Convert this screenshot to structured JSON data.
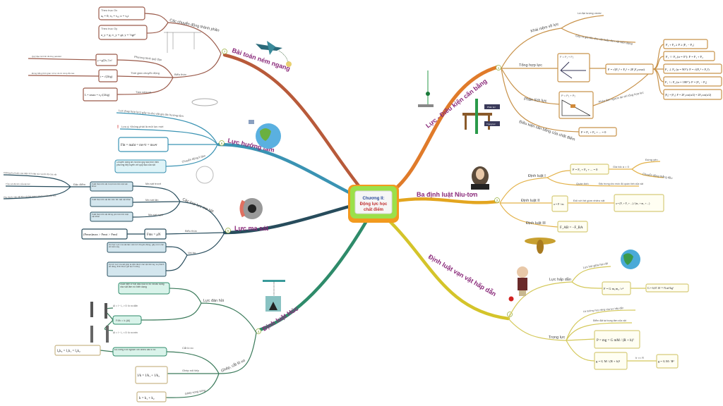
{
  "center": {
    "line1": "Chương II:",
    "line2": "Động lực học",
    "line3": "chất điểm"
  },
  "colors": {
    "b1": "#e07b2a",
    "b2": "#e3a51f",
    "b3": "#d4c42a",
    "b4": "#2e8b6a",
    "b5": "#274c5c",
    "b6": "#3a93b3",
    "b7": "#b85a3a"
  },
  "b1": {
    "title": "Lực - Điều kiện cân bằng",
    "num": "1",
    "khainiem": "Khái niệm về lực",
    "vecto": "Là đại lượng vectơ",
    "giatoc": "Gây ra gia tốc cho vật hoặc làm vật biến dạng",
    "tonghop": "Tổng hợp lực",
    "tonghop_fig": "F = F₁ + F₂",
    "tonghop_formula": "F = √(F₁² + F₂² + 2F₁F₂cosα)",
    "cases": [
      "F₁ + F₂ ≥ F ≥ |F₁ − F₂|",
      "F₁ ↑↑ F₂ (α = 0°): F = F₁ + F₂",
      "F₁ ⊥ F₂ (α = 90°): F = √(F₁² + F₂²)",
      "F₁ ↑↓ F₂ (α = 180°): F = |F₁ − F₂|",
      "|F₁| = |F₂|: F = 2F₁cos(α/2) = 2F₂cos(α/2)"
    ],
    "phantich": "Phân tích lực",
    "phantich_fig": "P = P₁ + P₂",
    "phantich_note": "Phép làm ngược lại với tổng hợp lực",
    "dieukien": "Điều kiện cân bằng của chất điểm",
    "dieukien_formula": "F = F₁ + F₂ + ... = 0",
    "tag1": "Phản lực",
    "tag2": "Trọng lực"
  },
  "b2": {
    "title": "Ba định luật Niu-tơn",
    "num": "2",
    "dl1": "Định luật I",
    "dl1_formula": "F = F₁ + F₂ + ... = 0",
    "dl1_cond": "Gia tốc a = 0",
    "dl1_a": "Đứng yên",
    "dl1_b": "Chuyển động thẳng đều",
    "quantinh": "Quán tính",
    "quantinh_desc": "Đặc trưng cho mức độ quán tính của vật",
    "dl2": "Định luật II",
    "dl2_formula": "a = F / m",
    "dl2_note": "Đối với hệ gồm nhiều vật",
    "dl2_formula2": "a = (F₁ + F₂ + ...) / (m₁ + m₂ + ...)",
    "dl3": "Định luật III",
    "dl3_formula": "F_AB = −F_BA"
  },
  "b3": {
    "title": "Định luật vạn vật hấp dẫn",
    "num": "3",
    "hapdan": "Lực hấp dẫn",
    "hapdan_desc": "Lực hút giữa hai vật",
    "hapdan_formula": "F = G m₁m₂ / r²",
    "G": "G = 6,67.10⁻¹¹ N.m²/kg²",
    "trongluc": "Trọng lực",
    "tl_a": "Là trường hợp riêng của lực hấp dẫn",
    "tl_b": "Điểm đặt tại trọng tâm của vật",
    "tl_P": "P = mg = G mM / (R + h)²",
    "tl_g": "g = G M / (R + h)²",
    "tl_cond": "h << R",
    "tl_g0": "g = G M / R²"
  },
  "b4": {
    "title": "Định luật Húc",
    "num": "4",
    "danhoi": "Lực đàn hồi",
    "danhoi_desc": "Xuất hiện ở hai đầu của lò xo và tác dụng vào vật làm nó biến dạng",
    "danhoi_formula": "Fđh = k.|Δl|",
    "dan": "Δl = l − l₀ > 0: lò xo dãn",
    "nen": "Δl = l − l₀ < 0: lò xo nén",
    "ghep": "Ghép, cắt lò xo",
    "cat": "Cắt lò xo",
    "cat_desc": "Độ cứng tỉ lệ nghịch với chiều dài lò xo",
    "cat_formula": "l₀k₀ = l₁k₁ = l₂k₂",
    "noitiep": "Ghép nối tiếp",
    "noitiep_formula": "1/k = 1/k₁ + 1/k₂",
    "songsong": "Ghép song song",
    "songsong_formula": "k = k₁ + k₂"
  },
  "b5": {
    "title": "Lực ma sát",
    "num": "5",
    "cacloai": "Các loại lực ma sát",
    "truot": "Ma sát trượt",
    "lan": "Ma sát lăn",
    "nghi": "Ma sát nghỉ",
    "truot_desc": "Xuất hiện khi vật trượt trên bề mặt vật khác",
    "lan_desc": "Xuất hiện khi vật lăn trên bề mặt vật khác",
    "nghi_desc": "Xuất hiện khi vật đứng yên trên bề mặt vật khác",
    "dacdiem": "Đặc điểm",
    "dd1": "Không phụ thuộc vào diện tích tiếp xúc và tốc độ của vật",
    "dd2": "Tỉ lệ với độ lớn của áp lực",
    "dd3": "Phụ thuộc vào vật liệu và tình trạng của hai mặt tiếp xúc",
    "bieuthuc": "Biểu thức",
    "formula": "Fms = μN",
    "compare": "(Fmsn)max > Fmst > Fmsl",
    "vaitro": "Vai trò",
    "loi": "Có hại: Lực ma sát làm cản trở chuyển động, gây mòn các chi tiết máy",
    "ich": "Có lợi: Lực ma sát giúp ta cầm được các vật trên tay, xe phanh dễ dàng, đinh được giữ lại ở tường"
  },
  "b6": {
    "title": "Lực hướng tâm",
    "num": "6",
    "dn": "Lực (hay hợp lực) gây ra cho vật gia tốc hướng tâm",
    "luuy": "Lưu ý: Không phải là một lực mới",
    "formula": "Fht = maht = mv²/r = mω²r",
    "litam": "Chuyển động li tâm",
    "litam_desc": "Chuyển động khi ra khỏi quỹ đạo tròn theo phương tiếp tuyến với quỹ đạo của vật"
  },
  "b7": {
    "title": "Bài toán ném ngang",
    "num": "7",
    "thanhphan": "Các chuyển động thành phần",
    "ox_title": "Theo trục Ox",
    "ox": "aₓ = 0; vₓ = v₀; x = v₀t",
    "oy_title": "Theo trục Oy",
    "oy": "a_y = g; v_y = gt; y = ½gt²",
    "bieuthuc": "Biểu thức",
    "quydao": "Phương trình quỹ đạo",
    "quydao_f": "y = g/(2v₀²)·x²",
    "quydao_note": "Quỹ đạo là hình đường parabol",
    "thoigian": "Thời gian chuyển động",
    "thoigian_f": "t = √(2h/g)",
    "thoigian_note": "Đúng bằng thời gian rơi tự do từ cùng độ cao",
    "tamxa": "Tầm ném xa",
    "tamxa_f": "L = xmax = v₀√(2h/g)"
  }
}
